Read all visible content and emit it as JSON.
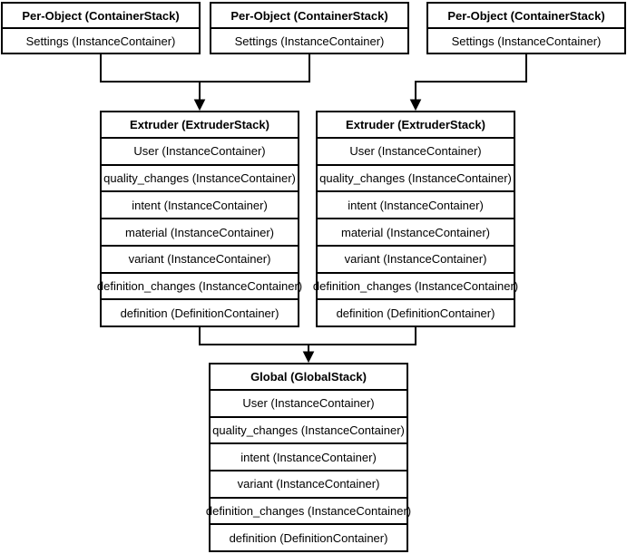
{
  "diagram": {
    "background_color": "#ffffff",
    "stroke_color": "#000000",
    "per_object_stacks": [
      {
        "title": "Per-Object (ContainerStack)",
        "rows": [
          "Settings (InstanceContainer)"
        ]
      },
      {
        "title": "Per-Object (ContainerStack)",
        "rows": [
          "Settings (InstanceContainer)"
        ]
      },
      {
        "title": "Per-Object (ContainerStack)",
        "rows": [
          "Settings (InstanceContainer)"
        ]
      }
    ],
    "extruder_stacks": [
      {
        "title": "Extruder (ExtruderStack)",
        "rows": [
          "User (InstanceContainer)",
          "quality_changes (InstanceContainer)",
          "intent (InstanceContainer)",
          "material (InstanceContainer)",
          "variant (InstanceContainer)",
          "definition_changes (InstanceContainer)",
          "definition (DefinitionContainer)"
        ]
      },
      {
        "title": "Extruder (ExtruderStack)",
        "rows": [
          "User (InstanceContainer)",
          "quality_changes (InstanceContainer)",
          "intent (InstanceContainer)",
          "material (InstanceContainer)",
          "variant (InstanceContainer)",
          "definition_changes (InstanceContainer)",
          "definition (DefinitionContainer)"
        ]
      }
    ],
    "global_stack": {
      "title": "Global (GlobalStack)",
      "rows": [
        "User (InstanceContainer)",
        "quality_changes (InstanceContainer)",
        "intent (InstanceContainer)",
        "variant (InstanceContainer)",
        "definition_changes (InstanceContainer)",
        "definition (DefinitionContainer)"
      ]
    }
  }
}
